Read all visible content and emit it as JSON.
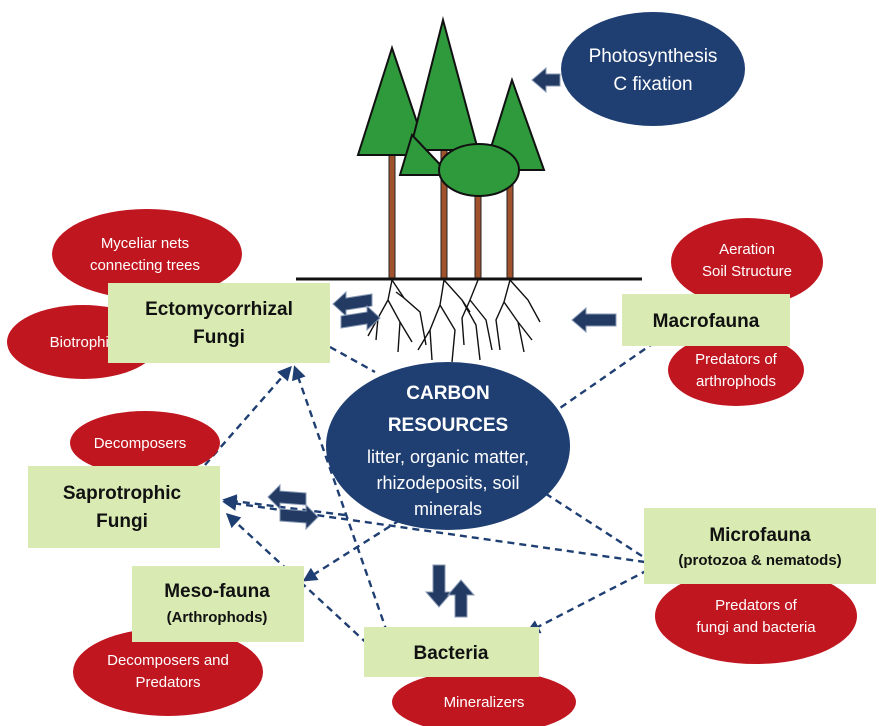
{
  "colors": {
    "navy": "#1f3f73",
    "red": "#c0161f",
    "green_box": "#d9ebb3",
    "tree_green": "#2e9a3c",
    "trunk": "#a0522d",
    "arrow": "#233a63"
  },
  "photosynthesis": {
    "line1": "Photosynthesis",
    "line2": "C fixation"
  },
  "carbon": {
    "line1": "CARBON",
    "line2": "RESOURCES",
    "line3": "litter, organic matter,",
    "line4": "rhizodeposits, soil",
    "line5": "minerals"
  },
  "groups": {
    "ecto": {
      "line1": "Ectomycorrhizal",
      "line2": "Fungi"
    },
    "sapro": {
      "line1": "Saprotrophic",
      "line2": "Fungi"
    },
    "meso": {
      "line1": "Meso-fauna",
      "line2": "(Arthrophods)"
    },
    "bacteria": {
      "line1": "Bacteria"
    },
    "micro": {
      "line1": "Microfauna",
      "line2": "(protozoa & nematods)"
    },
    "macro": {
      "line1": "Macrofauna"
    }
  },
  "roles": {
    "myceliar": {
      "line1": "Myceliar nets",
      "line2": "connecting trees"
    },
    "biotrophic": {
      "line1": "Biotrophic"
    },
    "decomposers": {
      "line1": "Decomposers"
    },
    "decomp_pred": {
      "line1": "Decomposers and",
      "line2": "Predators"
    },
    "mineralizers": {
      "line1": "Mineralizers"
    },
    "pred_fungi_bact": {
      "line1": "Predators of",
      "line2": "fungi and bacteria"
    },
    "aeration": {
      "line1": "Aeration",
      "line2": "Soil Structure"
    },
    "pred_arthro": {
      "line1": "Predators of",
      "line2": "arthrophods"
    }
  }
}
